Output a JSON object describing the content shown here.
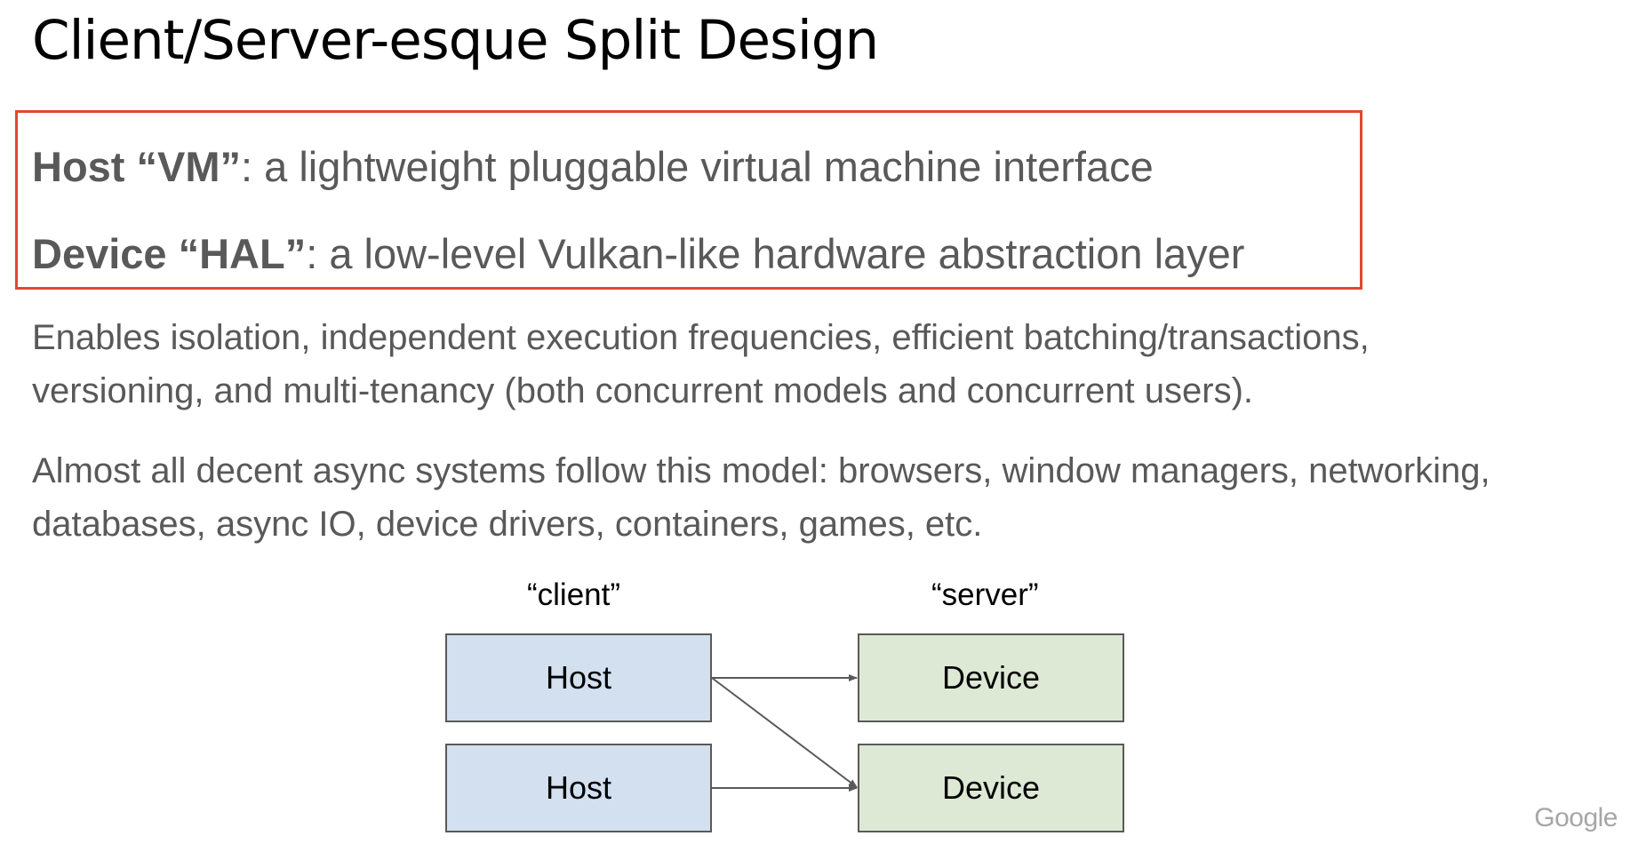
{
  "title": "Client/Server-esque Split Design",
  "callout": {
    "host_bold": "Host “VM”",
    "host_rest": ": a lightweight pluggable virtual machine interface",
    "device_bold": "Device “HAL”",
    "device_rest": ": a low-level Vulkan-like hardware abstraction layer"
  },
  "paragraphs": [
    {
      "line1": "Enables isolation, independent execution frequencies, efficient batching/transactions,",
      "line2": "versioning, and multi-tenancy (both concurrent models and concurrent users)."
    },
    {
      "line1": "Almost all decent async systems follow this model: browsers, window managers, networking,",
      "line2": "databases, async IO, device drivers, containers, games, etc."
    }
  ],
  "diagram": {
    "client_label": "“client”",
    "server_label": "“server”",
    "nodes": {
      "host_1": "Host",
      "host_2": "Host",
      "device_1": "Device",
      "device_2": "Device"
    },
    "edges": [
      {
        "from": "host_1",
        "to": "device_1"
      },
      {
        "from": "host_1",
        "to": "device_2"
      },
      {
        "from": "host_2",
        "to": "device_2"
      }
    ],
    "colors": {
      "host_fill": "#d3e0f0",
      "device_fill": "#dde9d5",
      "callout_border": "#e0482f"
    }
  },
  "footer": {
    "logo": "Google"
  }
}
